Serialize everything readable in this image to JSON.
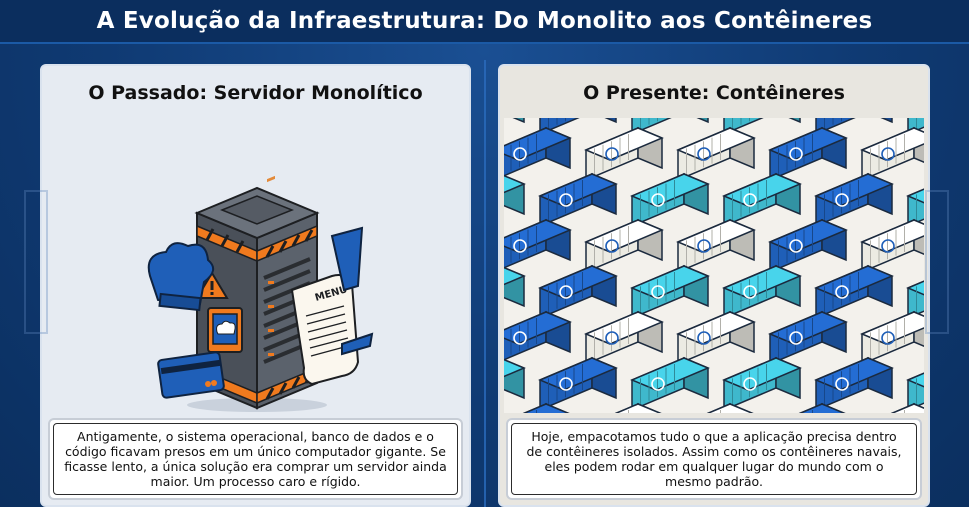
{
  "page": {
    "title": "A Evolução da Infraestrutura: Do Monolito aos Contêineres"
  },
  "left_panel": {
    "title": "O Passado: Servidor Monolítico",
    "menu_label": "MENU",
    "caption": "Antigamente, o sistema operacional, banco de dados e o código ficavam presos em um único computador gigante. Se ficasse lento, a única solução era comprar um servidor ainda maior. Um processo caro e rígido."
  },
  "right_panel": {
    "title": "O Presente: Contêineres",
    "caption": "Hoje, empacotamos tudo o que a aplicação precisa dentro de contêineres isolados. Assim como os contêineres navais, eles podem rodar em qualquer lugar do mundo com o mesmo padrão."
  },
  "colors": {
    "navy": "#0f3a73",
    "server_dark": "#3f454d",
    "warning_orange": "#f07a1e",
    "container_blue": "#1f5fb8",
    "container_teal": "#3fb8cc",
    "container_cream": "#ecebe3"
  },
  "icons": [
    "chef-hat-icon",
    "warning-icon",
    "credit-card-icon",
    "menu-paper-icon",
    "code-icon",
    "database-icon",
    "globe-icon",
    "cloud-icon",
    "monitor-icon"
  ]
}
